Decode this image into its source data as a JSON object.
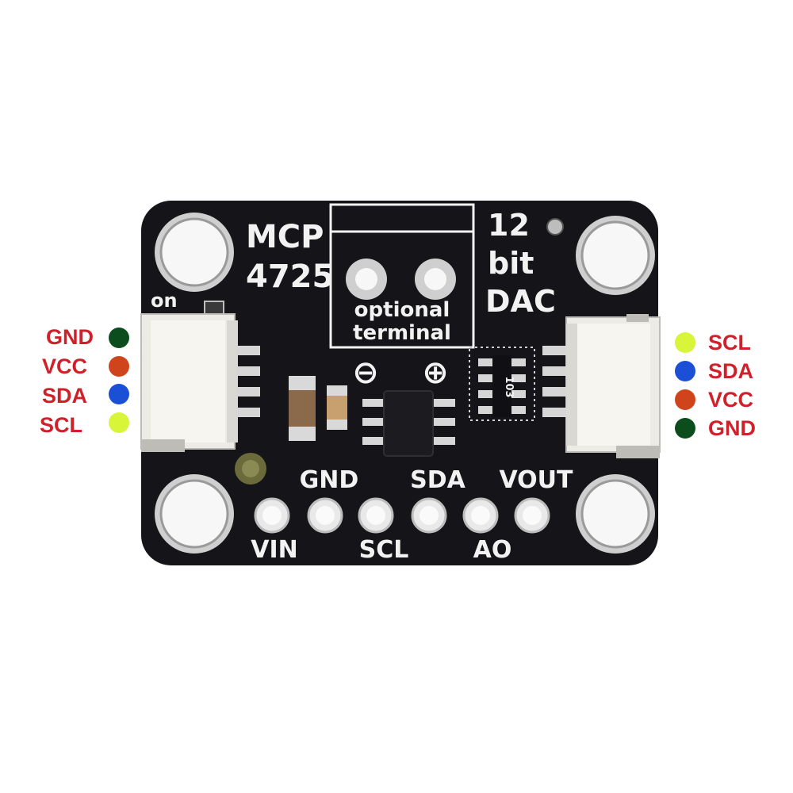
{
  "board": {
    "chip_name_line1": "MCP",
    "chip_name_line2": "4725",
    "spec_line1": "12",
    "spec_line2": "bit",
    "spec_line3": "DAC",
    "terminal_line1": "optional",
    "terminal_line2": "terminal",
    "minus_symbol": "⊖",
    "plus_symbol": "⊕",
    "led_label": "on",
    "resistor_code": "103",
    "header_top_labels": [
      "GND",
      "SDA",
      "VOUT"
    ],
    "header_bottom_labels": [
      "VIN",
      "SCL",
      "AO"
    ]
  },
  "left_connector": {
    "pins": [
      {
        "label": "GND",
        "color": "#0b4d1c"
      },
      {
        "label": "VCC",
        "color": "#d0441c"
      },
      {
        "label": "SDA",
        "color": "#1a4fd6"
      },
      {
        "label": "SCL",
        "color": "#d8f53a"
      }
    ]
  },
  "right_connector": {
    "pins": [
      {
        "label": "SCL",
        "color": "#d8f53a"
      },
      {
        "label": "SDA",
        "color": "#1a4fd6"
      },
      {
        "label": "VCC",
        "color": "#d0441c"
      },
      {
        "label": "GND",
        "color": "#0b4d1c"
      }
    ]
  },
  "colors": {
    "pcb": "#141419",
    "silkscreen": "#f2f2f2",
    "pad_metal": "#cfcfcf",
    "label_red": "#d0202a"
  }
}
